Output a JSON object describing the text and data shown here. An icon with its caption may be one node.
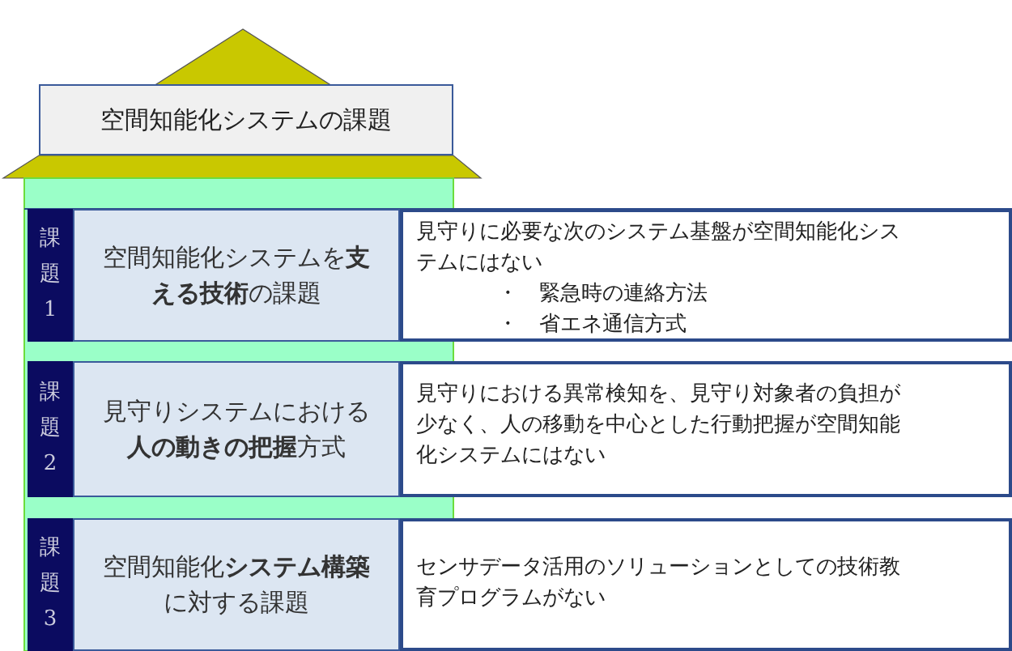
{
  "diagram": {
    "nodes": [
      {
        "text": [
          "空間知能化システムの課題"
        ]
      },
      {
        "text": [
          "課題1"
        ]
      },
      {
        "text": [
          "空間知能化システムを**支える技術**の課題"
        ]
      },
      {
        "text": [
          "見守りに必要な次のシステム基盤が空間知能化システムにはない",
          "・　緊急時の連絡方法",
          "・　省エネ通信方式"
        ]
      },
      {
        "text": [
          "課題2"
        ]
      },
      {
        "text": [
          "見守りシステムにおける**人の動きの把握**方式"
        ]
      },
      {
        "text": [
          "見守りにおける異常検知を、見守り対象者の負担が少なく、人の移動を中心とした行動把握が空間知能化システムにはない"
        ]
      },
      {
        "text": [
          "課題3"
        ]
      },
      {
        "text": [
          "空間知能化**システム構築**に対する課題"
        ]
      },
      {
        "text": [
          "センサデータ活用のソリューションとしての技術教育プログラムがない"
        ]
      }
    ],
    "edges": []
  }
}
